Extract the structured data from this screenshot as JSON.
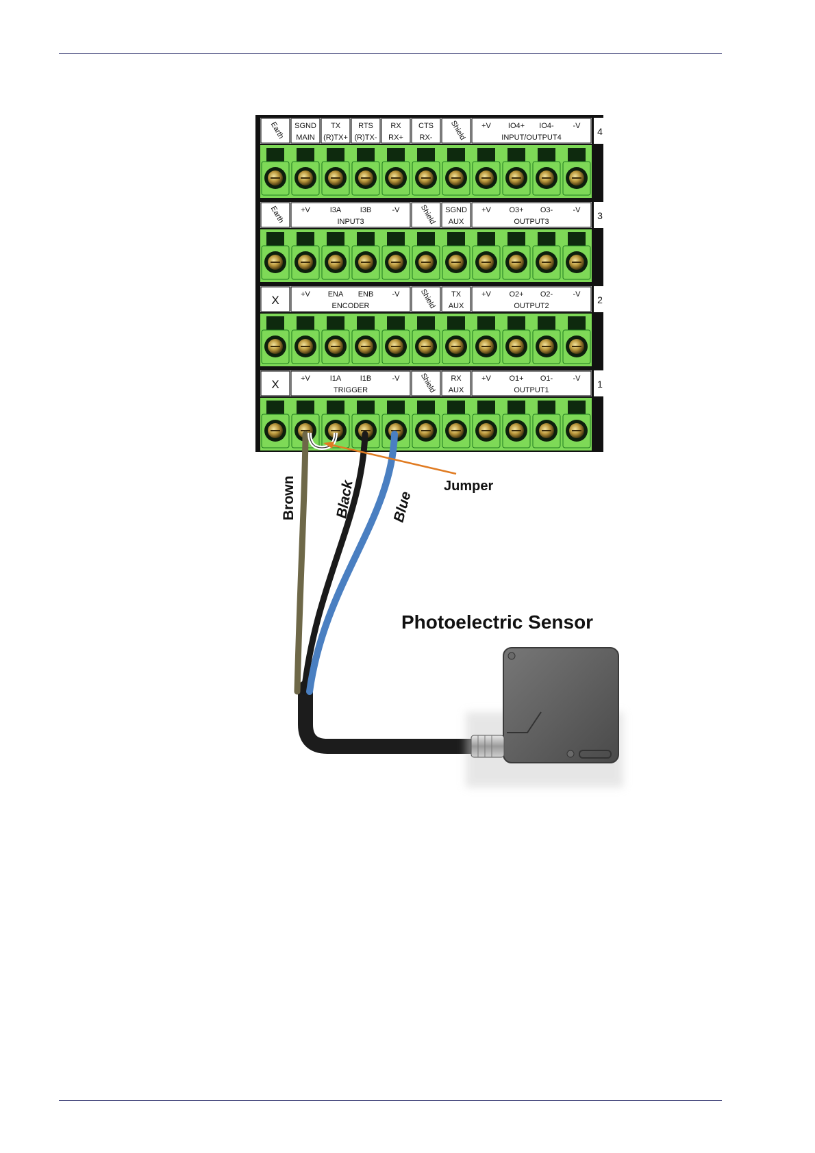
{
  "colors": {
    "header_rule": "#2b2f6b",
    "terminal_green": "#7ed957",
    "terminal_green_dark": "#1f7a1f",
    "brown_wire": "#6e6848",
    "black_wire": "#1a1a1a",
    "blue_wire": "#4a7fc1",
    "jumper_arrow": "#e07b22",
    "sensor_body": "#5e5e5e"
  },
  "terminal_block": {
    "rows": [
      {
        "number": "4",
        "labels": [
          {
            "top": "Earth",
            "bottom": "",
            "rotated": true,
            "span": 1
          },
          {
            "top": "SGND",
            "bottom": "MAIN",
            "span": 1
          },
          {
            "top": "TX",
            "bottom": "(R)TX+",
            "span": 1
          },
          {
            "top": "RTS",
            "bottom": "(R)TX-",
            "span": 1
          },
          {
            "top": "RX",
            "bottom": "RX+",
            "span": 1
          },
          {
            "top": "CTS",
            "bottom": "RX-",
            "span": 1
          },
          {
            "top": "Shield",
            "bottom": "",
            "rotated": true,
            "span": 1
          },
          {
            "group": true,
            "tops": [
              "+V",
              "IO4+",
              "IO4-",
              "-V"
            ],
            "bottom": "INPUT/OUTPUT4",
            "span": 4
          }
        ]
      },
      {
        "number": "3",
        "labels": [
          {
            "top": "Earth",
            "bottom": "",
            "rotated": true,
            "span": 1
          },
          {
            "group": true,
            "tops": [
              "+V",
              "I3A",
              "I3B",
              "-V"
            ],
            "bottom": "INPUT3",
            "span": 4
          },
          {
            "top": "Shield",
            "bottom": "",
            "rotated": true,
            "span": 1
          },
          {
            "top": "SGND",
            "bottom": "AUX",
            "span": 1
          },
          {
            "group": true,
            "tops": [
              "+V",
              "O3+",
              "O3-",
              "-V"
            ],
            "bottom": "OUTPUT3",
            "span": 4
          }
        ]
      },
      {
        "number": "2",
        "labels": [
          {
            "top": "X",
            "bottom": "",
            "big": true,
            "span": 1
          },
          {
            "group": true,
            "tops": [
              "+V",
              "ENA",
              "ENB",
              "-V"
            ],
            "bottom": "ENCODER",
            "span": 4
          },
          {
            "top": "Shield",
            "bottom": "",
            "rotated": true,
            "span": 1
          },
          {
            "top": "TX",
            "bottom": "AUX",
            "span": 1
          },
          {
            "group": true,
            "tops": [
              "+V",
              "O2+",
              "O2-",
              "-V"
            ],
            "bottom": "OUTPUT2",
            "span": 4
          }
        ]
      },
      {
        "number": "1",
        "labels": [
          {
            "top": "X",
            "bottom": "",
            "big": true,
            "span": 1
          },
          {
            "group": true,
            "tops": [
              "+V",
              "I1A",
              "I1B",
              "-V"
            ],
            "bottom": "TRIGGER",
            "span": 4
          },
          {
            "top": "Shield",
            "bottom": "",
            "rotated": true,
            "span": 1
          },
          {
            "top": "RX",
            "bottom": "AUX",
            "span": 1
          },
          {
            "group": true,
            "tops": [
              "+V",
              "O1+",
              "O1-",
              "-V"
            ],
            "bottom": "OUTPUT1",
            "span": 4
          }
        ]
      }
    ]
  },
  "wires": [
    {
      "label": "Brown",
      "color_key": "brown_wire",
      "terminal": "+V"
    },
    {
      "label": "Black",
      "color_key": "black_wire",
      "terminal": "I1B"
    },
    {
      "label": "Blue",
      "color_key": "blue_wire",
      "terminal": "-V"
    }
  ],
  "jumper_label": "Jumper",
  "sensor_label": "Photoelectric Sensor"
}
